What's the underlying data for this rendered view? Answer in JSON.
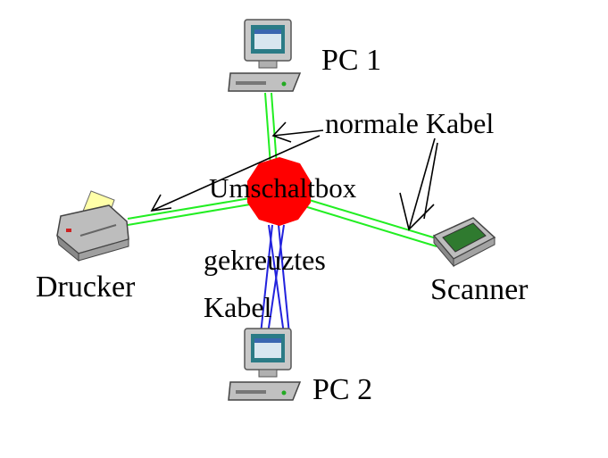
{
  "diagram": {
    "nodes": {
      "pc1": {
        "label": "PC 1",
        "icon": "desktop-computer-icon"
      },
      "pc2": {
        "label": "PC 2",
        "icon": "desktop-computer-icon"
      },
      "printer": {
        "label": "Drucker",
        "icon": "printer-icon"
      },
      "scanner": {
        "label": "Scanner",
        "icon": "scanner-icon"
      },
      "switchbox": {
        "label": "Umschaltbox",
        "color": "#ff0000"
      }
    },
    "annotations": {
      "normal_cable": "normale Kabel",
      "crossed_cable_line1": "gekreuztes",
      "crossed_cable_line2": "Kabel"
    },
    "colors": {
      "normal_cable": "#22ee22",
      "crossed_cable": "#2222dd",
      "switchbox": "#ff0000"
    }
  }
}
